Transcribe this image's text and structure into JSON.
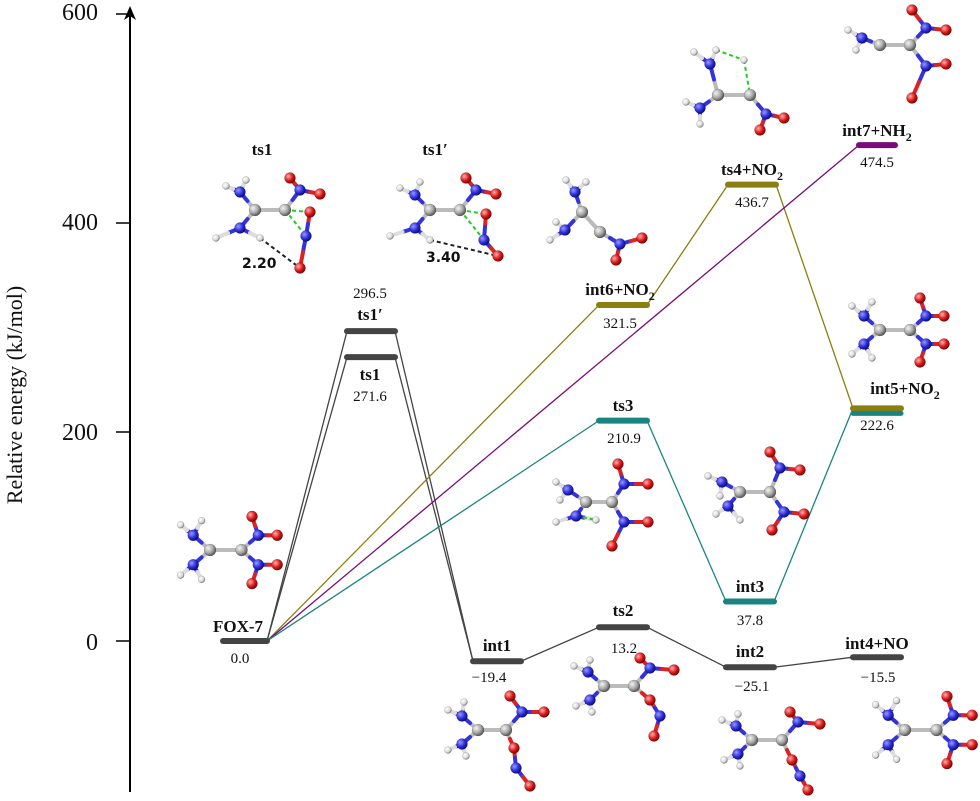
{
  "axis": {
    "ylabel": "Relative energy (kJ/mol)",
    "ticks": [
      "600",
      "400",
      "200",
      "0"
    ],
    "ylim": [
      -120,
      600
    ]
  },
  "colors": {
    "black": "#444444",
    "olive": "#8a7f10",
    "purple": "#7a0a7a",
    "teal": "#1a8580"
  },
  "states": [
    {
      "id": "fox7",
      "name": "FOX-7",
      "sub": "",
      "energy": 0.0,
      "value": "0.0",
      "color": "black"
    },
    {
      "id": "ts1p",
      "name": "ts1′",
      "sub": "",
      "energy": 296.5,
      "value": "296.5",
      "color": "black"
    },
    {
      "id": "ts1",
      "name": "ts1",
      "sub": "",
      "energy": 271.6,
      "value": "271.6",
      "color": "black"
    },
    {
      "id": "int1",
      "name": "int1",
      "sub": "",
      "energy": -19.4,
      "value": "−19.4",
      "color": "black"
    },
    {
      "id": "ts2",
      "name": "ts2",
      "sub": "",
      "energy": 13.2,
      "value": "13.2",
      "color": "black"
    },
    {
      "id": "int2",
      "name": "int2",
      "sub": "",
      "energy": -25.1,
      "value": "−25.1",
      "color": "black"
    },
    {
      "id": "int4",
      "name": "int4+NO",
      "sub": "",
      "energy": -15.5,
      "value": "−15.5",
      "color": "black"
    },
    {
      "id": "int6",
      "name": "int6+NO",
      "sub": "2",
      "energy": 321.5,
      "value": "321.5",
      "color": "olive"
    },
    {
      "id": "ts4",
      "name": "ts4+NO",
      "sub": "2",
      "energy": 436.7,
      "value": "436.7",
      "color": "olive"
    },
    {
      "id": "int7",
      "name": "int7+NH",
      "sub": "2",
      "energy": 474.5,
      "value": "474.5",
      "color": "purple"
    },
    {
      "id": "ts3",
      "name": "ts3",
      "sub": "",
      "energy": 210.9,
      "value": "210.9",
      "color": "teal"
    },
    {
      "id": "int3",
      "name": "int3",
      "sub": "",
      "energy": 37.8,
      "value": "37.8",
      "color": "teal"
    },
    {
      "id": "int5",
      "name": "int5+NO",
      "sub": "2",
      "energy": 222.6,
      "value": "222.6",
      "color": "olive"
    }
  ],
  "paths": [
    {
      "from": "fox7",
      "to": "ts1p",
      "color": "black"
    },
    {
      "from": "fox7",
      "to": "ts1",
      "color": "black"
    },
    {
      "from": "ts1p",
      "to": "int1",
      "color": "black"
    },
    {
      "from": "ts1",
      "to": "int1",
      "color": "black"
    },
    {
      "from": "int1",
      "to": "ts2",
      "color": "black"
    },
    {
      "from": "ts2",
      "to": "int2",
      "color": "black"
    },
    {
      "from": "int2",
      "to": "int4",
      "color": "black"
    },
    {
      "from": "fox7",
      "to": "int6",
      "color": "olive"
    },
    {
      "from": "int6",
      "to": "ts4",
      "color": "olive"
    },
    {
      "from": "ts4",
      "to": "int5",
      "color": "olive"
    },
    {
      "from": "fox7",
      "to": "int7",
      "color": "purple"
    },
    {
      "from": "fox7",
      "to": "ts3",
      "color": "teal"
    },
    {
      "from": "ts3",
      "to": "int3",
      "color": "teal"
    },
    {
      "from": "int3",
      "to": "int5",
      "color": "teal"
    }
  ],
  "distances": [
    "2.20",
    "3.40"
  ]
}
